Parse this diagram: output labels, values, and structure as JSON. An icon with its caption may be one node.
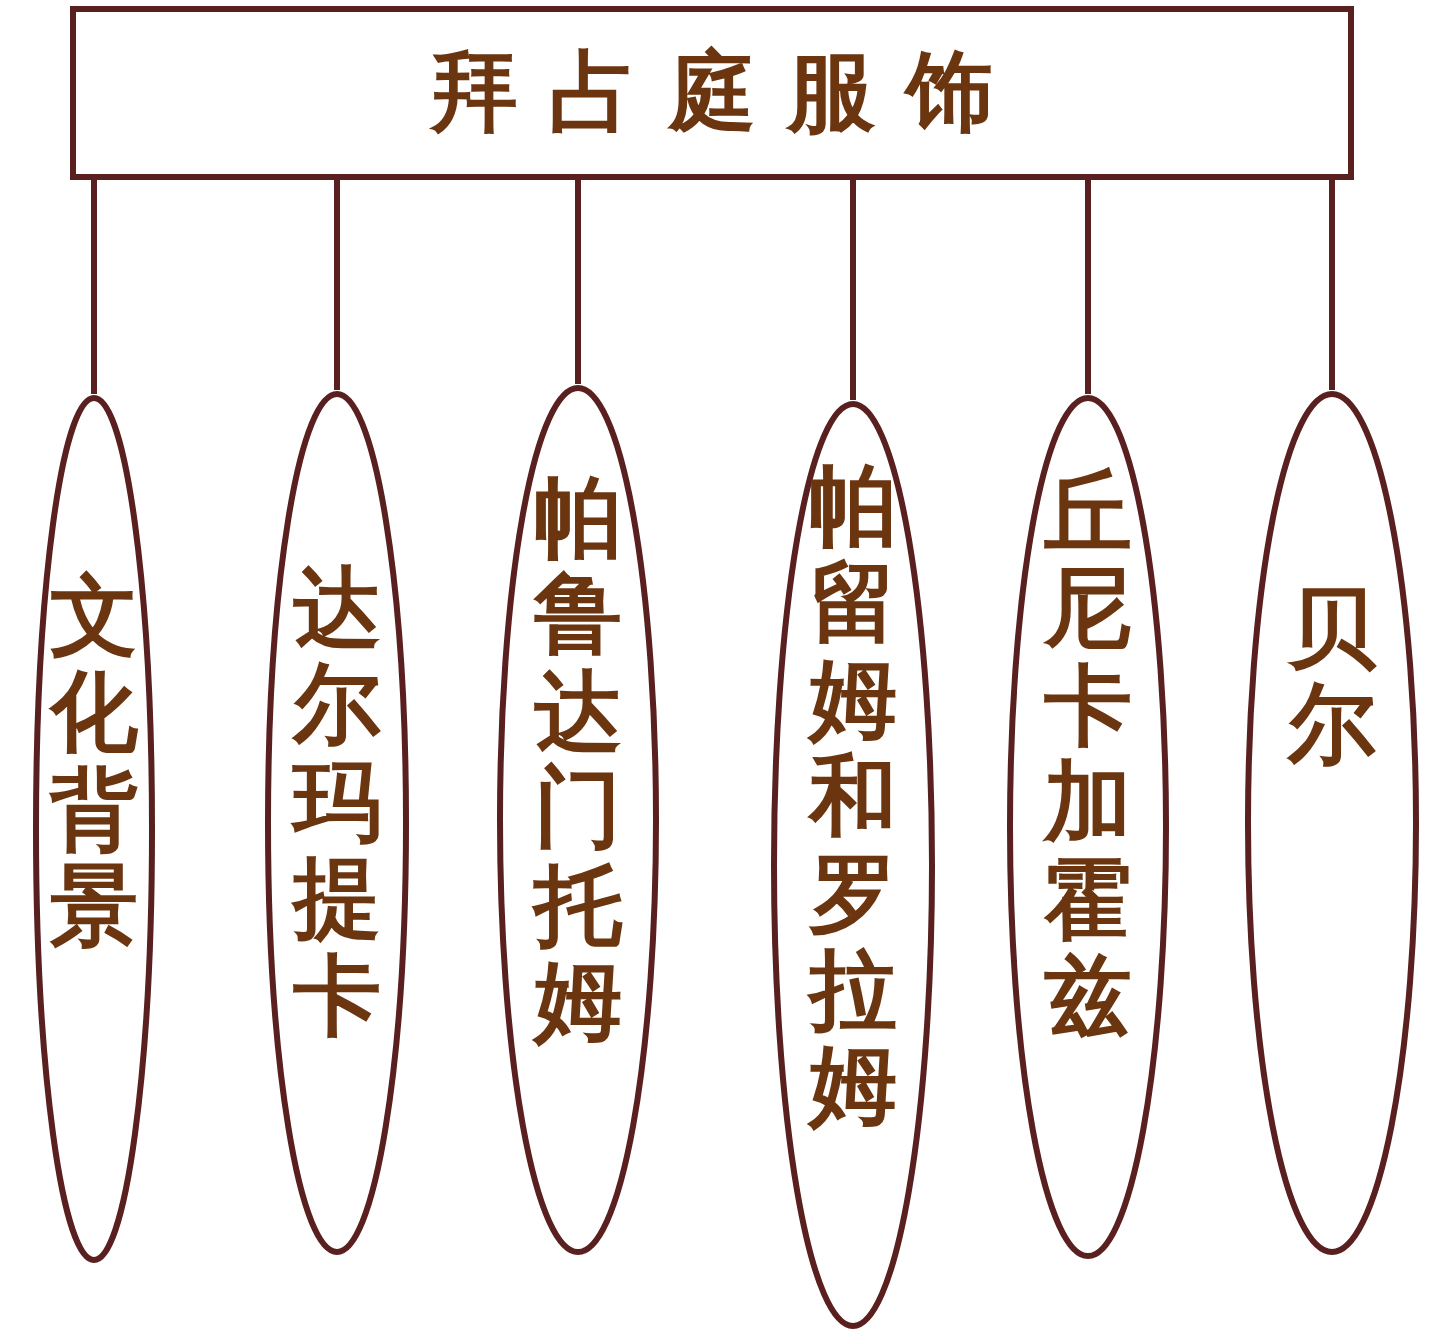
{
  "diagram": {
    "nodes": [
      {
        "text": [
          "拜占庭服饰"
        ]
      },
      {
        "text": [
          "文化背景"
        ]
      },
      {
        "text": [
          "达尔玛提卡"
        ]
      },
      {
        "text": [
          "帕鲁达门托姆"
        ]
      },
      {
        "text": [
          "帕留姆和罗拉姆"
        ]
      },
      {
        "text": [
          "丘尼卡加霍兹"
        ]
      },
      {
        "text": [
          "贝尔"
        ]
      }
    ],
    "edges": [
      {
        "from": 0,
        "to": 1,
        "arrow": "none"
      },
      {
        "from": 0,
        "to": 2,
        "arrow": "none"
      },
      {
        "from": 0,
        "to": 3,
        "arrow": "none"
      },
      {
        "from": 0,
        "to": 4,
        "arrow": "none"
      },
      {
        "from": 0,
        "to": 5,
        "arrow": "none"
      },
      {
        "from": 0,
        "to": 6,
        "arrow": "none"
      }
    ]
  }
}
